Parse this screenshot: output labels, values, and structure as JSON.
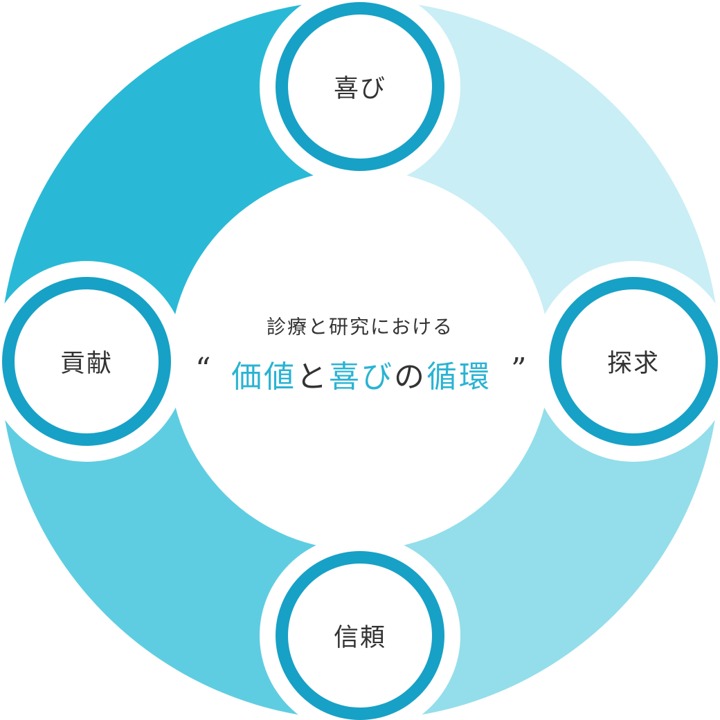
{
  "colors": {
    "segment_top_left": "#29b9d6",
    "segment_top_right": "#c9eef5",
    "segment_bottom_right": "#93deea",
    "segment_bottom_left": "#5fcde1",
    "node_ring": "#17a1c6",
    "node_fill": "#ffffff",
    "accent_text": "#2ab3d3",
    "dark_text": "#333333"
  },
  "nodes": {
    "top": {
      "label": "喜び"
    },
    "right": {
      "label": "探求"
    },
    "bottom": {
      "label": "信頼"
    },
    "left": {
      "label": "貢献"
    }
  },
  "center": {
    "subtitle": "診療と研究における",
    "quote_open": "“",
    "quote_close": "”",
    "title_parts": [
      {
        "text": "価値",
        "style": "accent"
      },
      {
        "text": "と",
        "style": "dark"
      },
      {
        "text": "喜び",
        "style": "accent"
      },
      {
        "text": "の",
        "style": "dark"
      },
      {
        "text": "循環",
        "style": "accent"
      }
    ]
  }
}
